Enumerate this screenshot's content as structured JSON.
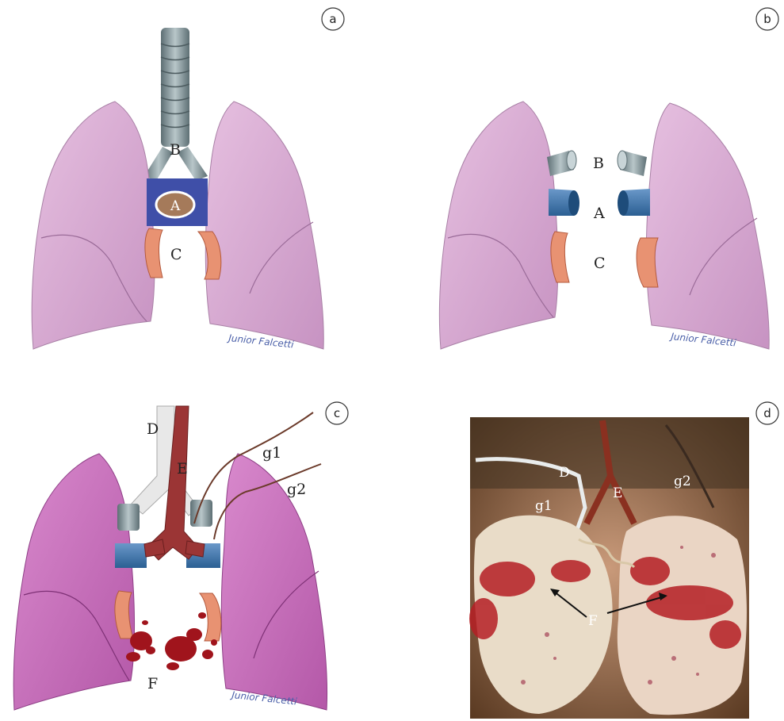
{
  "panels": {
    "a": {
      "tag": "a",
      "labels": {
        "B": "B",
        "A": "A",
        "C": "C"
      },
      "signature": "Junior Falcetti"
    },
    "b": {
      "tag": "b",
      "labels": {
        "B": "B",
        "A": "A",
        "C": "C"
      },
      "signature": "Junior Falcetti"
    },
    "c": {
      "tag": "c",
      "labels": {
        "D": "D",
        "E": "E",
        "g1": "g1",
        "g2": "g2",
        "F": "F"
      },
      "signature": "Junior Falcetti"
    },
    "d": {
      "tag": "d",
      "labels": {
        "D": "D",
        "E": "E",
        "g1": "g1",
        "g2": "g2",
        "F": "F"
      }
    }
  },
  "colors": {
    "lung": "#d9a6d4",
    "lung_dark": "#b97db5",
    "lung_c": "#c565b8",
    "trachea": "#8fa3a8",
    "artery_blue": "#3b78b0",
    "atrium": "#e89272",
    "vein_red": "#8e2b2b",
    "photo_bg": "#6b4a2c"
  }
}
